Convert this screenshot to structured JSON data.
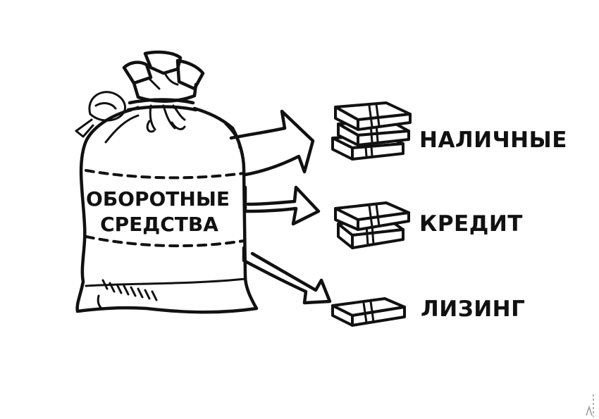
{
  "bag": {
    "label_line1": "ОБОРОТНЫЕ",
    "label_line2": "СРЕДСТВА"
  },
  "items": [
    {
      "label": "НАЛИЧНЫЕ"
    },
    {
      "label": "КРЕДИТ"
    },
    {
      "label": "ЛИЗИНГ"
    }
  ]
}
